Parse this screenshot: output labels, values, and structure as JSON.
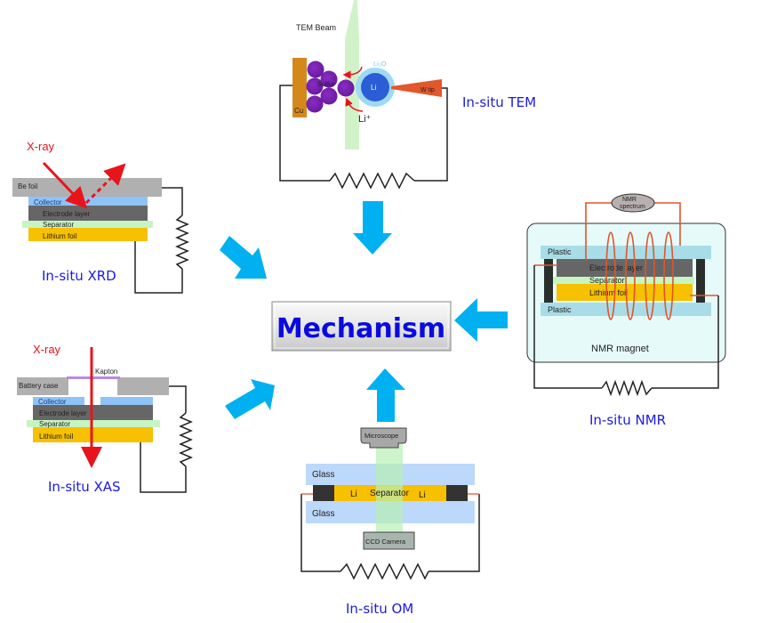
{
  "center": {
    "label": "Mechanism"
  },
  "colors": {
    "arrow": "#00b0f0",
    "title": "#1a1ae6",
    "xray": "#e8141c",
    "lithium": "#f7c000",
    "electrode": "#666666",
    "collector": "#8ec3f5",
    "separator": "#c6f5c2",
    "case": "#b0b0b0",
    "sulfur": "#7a1fb0",
    "copper": "#d4881c",
    "wire_orange": "#e0552a"
  },
  "tem": {
    "title": "In-situ TEM",
    "beam_label": "TEM Beam",
    "cu_label": "Cu",
    "sulfur_label": "Sulfur",
    "li2o_label": "Li₂O",
    "li_label": "Li",
    "wtip_label": "W tip",
    "li_ion_label": "Li⁺"
  },
  "xrd": {
    "title": "In-situ XRD",
    "xray_label": "X-ray",
    "layers": [
      "Be foil",
      "Collector",
      "Electrode layer",
      "Separator",
      "Lithium foil"
    ]
  },
  "xas": {
    "title": "In-situ XAS",
    "xray_label": "X-ray",
    "window_label": "Kapton",
    "layers": [
      "Battery case",
      "Collector",
      "Electrode layer",
      "Separator",
      "Lithium foil"
    ]
  },
  "nmr": {
    "title": "In-situ NMR",
    "spectrum_label_1": "NMR",
    "spectrum_label_2": "spectrum",
    "magnet_label": "NMR magnet",
    "layers": [
      "Plastic",
      "Electrode layer",
      "Separator",
      "Lithium foil",
      "Plastic"
    ]
  },
  "om": {
    "title": "In-situ OM",
    "microscope_label": "Microscope",
    "camera_label": "CCD Camera",
    "glass_top": "Glass",
    "glass_bottom": "Glass",
    "li_left": "Li",
    "separator": "Separator",
    "li_right": "Li"
  }
}
